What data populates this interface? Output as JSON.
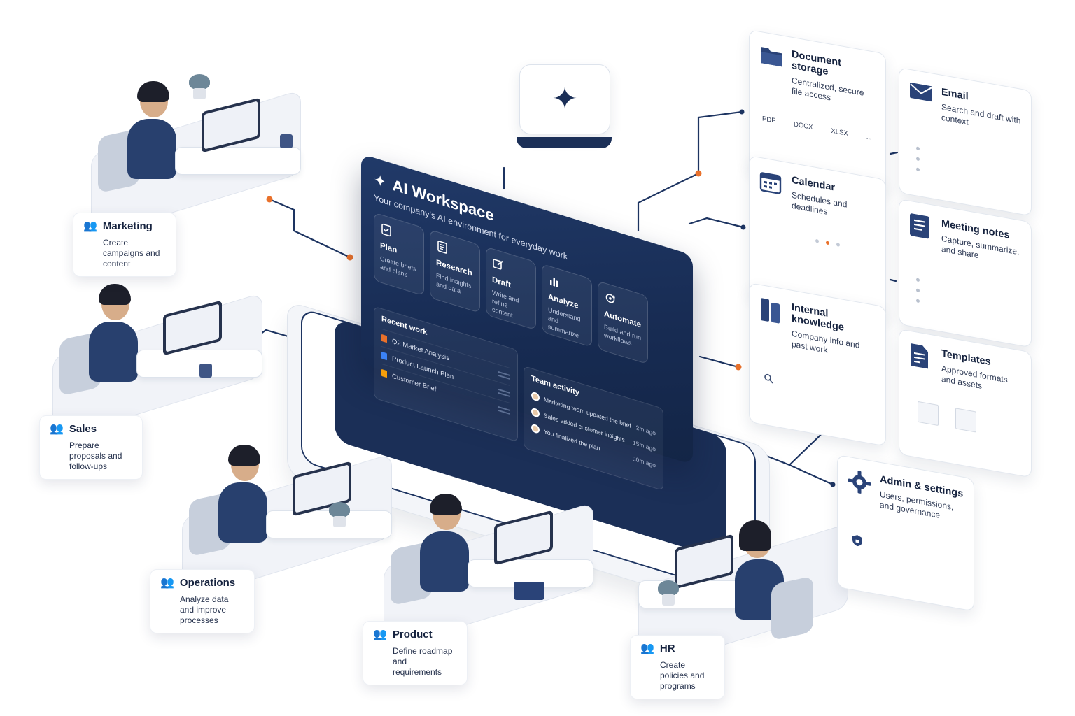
{
  "hub": {
    "title": "AI Workspace",
    "subtitle": "Your company's AI environment for everyday work",
    "tools": [
      {
        "icon": "clipboard-check-icon",
        "name": "Plan",
        "desc": "Create briefs and plans"
      },
      {
        "icon": "document-lines-icon",
        "name": "Research",
        "desc": "Find insights and data"
      },
      {
        "icon": "pencil-square-icon",
        "name": "Draft",
        "desc": "Write and refine content"
      },
      {
        "icon": "bar-chart-icon",
        "name": "Analyze",
        "desc": "Understand and summarize"
      },
      {
        "icon": "gear-cycle-icon",
        "name": "Automate",
        "desc": "Build and run workflows"
      }
    ],
    "recent_work": {
      "title": "Recent work",
      "items": [
        {
          "name": "Q2 Market Analysis",
          "color": "#e9712b"
        },
        {
          "name": "Product Launch Plan",
          "color": "#3b82f6"
        },
        {
          "name": "Customer Brief",
          "color": "#f59e0b"
        }
      ]
    },
    "team_activity": {
      "title": "Team activity",
      "items": [
        {
          "text": "Marketing team updated the brief",
          "ago": "2m ago"
        },
        {
          "text": "Sales added customer insights",
          "ago": "15m ago"
        },
        {
          "text": "You finalized the plan",
          "ago": "30m ago"
        }
      ]
    }
  },
  "teams": [
    {
      "id": "marketing",
      "label": "Marketing",
      "desc": "Create campaigns and content"
    },
    {
      "id": "sales",
      "label": "Sales",
      "desc": "Prepare proposals and follow-ups"
    },
    {
      "id": "operations",
      "label": "Operations",
      "desc": "Analyze data and improve processes"
    },
    {
      "id": "product",
      "label": "Product",
      "desc": "Define roadmap and requirements"
    },
    {
      "id": "hr",
      "label": "HR",
      "desc": "Create policies and programs"
    }
  ],
  "services": [
    {
      "id": "document-storage",
      "icon": "folder-icon",
      "title": "Document storage",
      "desc": "Centralized, secure file access",
      "chips": [
        "PDF",
        "DOCX",
        "XLSX",
        "..."
      ]
    },
    {
      "id": "email",
      "icon": "envelope-icon",
      "title": "Email",
      "desc": "Search and draft with context"
    },
    {
      "id": "calendar",
      "icon": "calendar-icon",
      "title": "Calendar",
      "desc": "Schedules and deadlines"
    },
    {
      "id": "meeting-notes",
      "icon": "notes-icon",
      "title": "Meeting notes",
      "desc": "Capture, summarize, and share"
    },
    {
      "id": "internal-knowledge",
      "icon": "book-icon",
      "title": "Internal knowledge",
      "desc": "Company info and past work"
    },
    {
      "id": "templates",
      "icon": "template-icon",
      "title": "Templates",
      "desc": "Approved formats and assets"
    },
    {
      "id": "admin-settings",
      "icon": "gear-icon",
      "title": "Admin & settings",
      "desc": "Users, permissions, and governance"
    }
  ],
  "colors": {
    "navy": "#1b2f57",
    "accent": "#e9712b",
    "line": "#1d3461"
  }
}
